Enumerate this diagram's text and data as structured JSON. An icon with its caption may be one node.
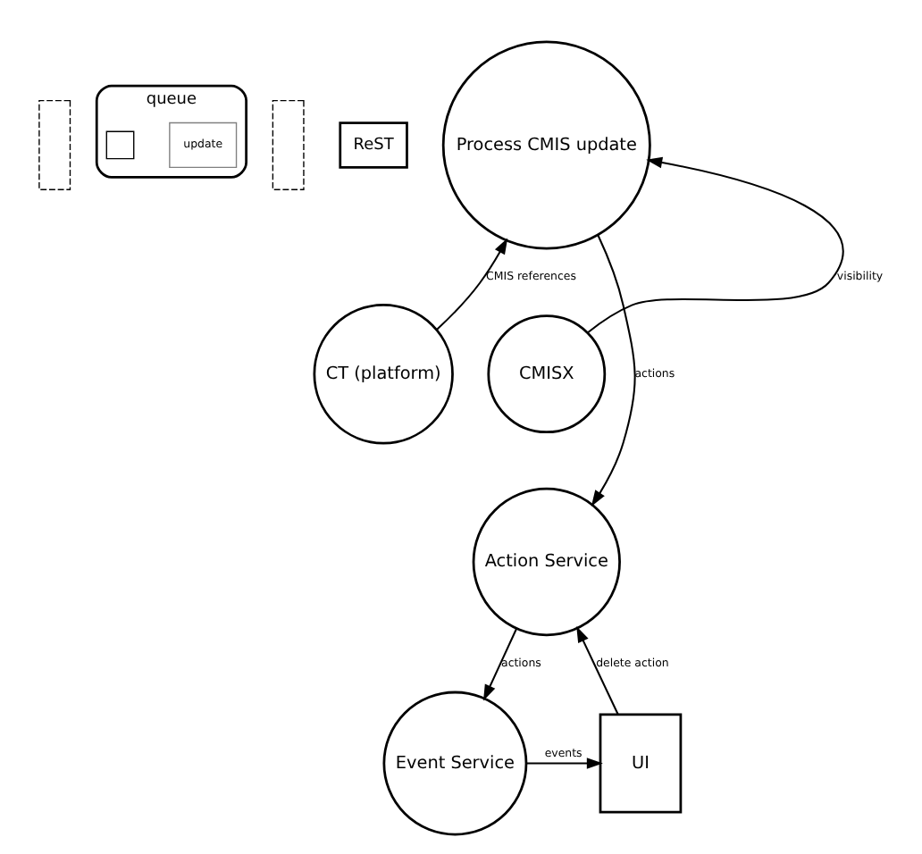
{
  "diagram": {
    "nodes": [
      {
        "text": [],
        "shape": "band"
      },
      {
        "text": [
          "queue"
        ]
      },
      {
        "text": [
          "update"
        ],
        "in": 1
      },
      {
        "text": [],
        "shape": "box",
        "in": 1
      },
      {
        "text": [],
        "shape": "band"
      },
      {
        "text": [
          "ReST"
        ]
      },
      {
        "text": [
          "Process CMIS update"
        ]
      },
      {
        "text": [
          "CT (platform)"
        ]
      },
      {
        "text": [
          "CMISX"
        ]
      },
      {
        "text": [
          "Action Service"
        ]
      },
      {
        "text": [
          "UI"
        ]
      },
      {
        "text": [
          "Event Service"
        ]
      }
    ],
    "edges": [
      {
        "from": 7,
        "to": 6,
        "arrow": "to",
        "label": "CMIS references"
      },
      {
        "from": 8,
        "to": 6,
        "arrow": "to",
        "label": "visibility"
      },
      {
        "from": 6,
        "to": 9,
        "arrow": "to",
        "label": "actions"
      },
      {
        "from": 10,
        "to": 9,
        "arrow": "to",
        "label": "delete action"
      },
      {
        "from": 9,
        "to": 11,
        "arrow": "to",
        "label": "actions"
      },
      {
        "from": 11,
        "to": 10,
        "arrow": "to",
        "label": "events"
      }
    ]
  }
}
